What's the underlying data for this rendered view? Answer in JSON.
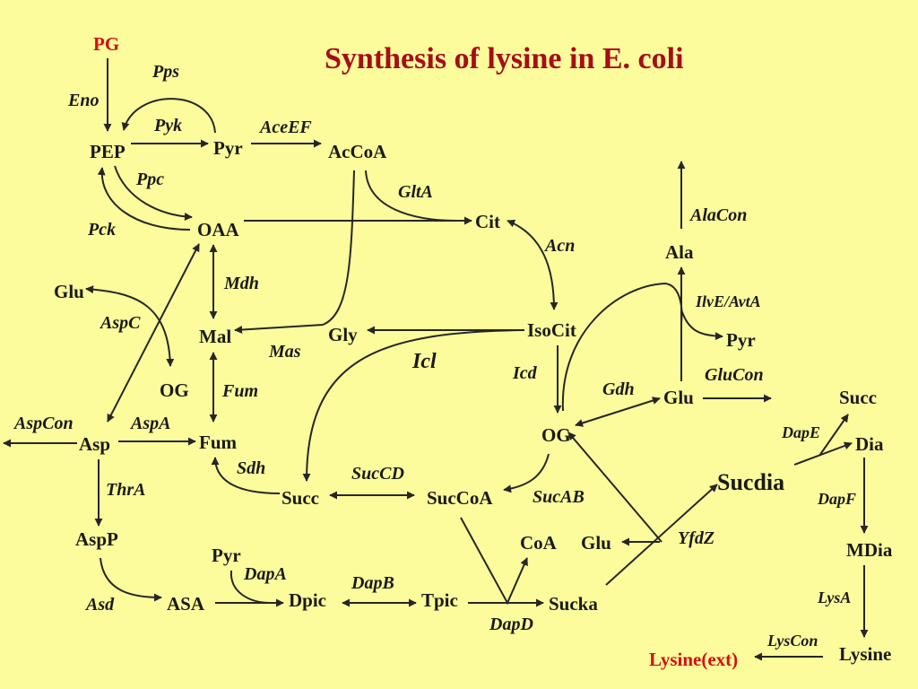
{
  "title": "Synthesis of lysine in E. coli",
  "colors": {
    "background": "#fdfc9c",
    "title": "#a60d1a",
    "highlight": "#d40f12",
    "line": "#262626",
    "text": "#1a1a1a"
  },
  "metabolites": {
    "pg": "PG",
    "pep": "PEP",
    "pyr": "Pyr",
    "accoa": "AcCoA",
    "oaa": "OAA",
    "cit": "Cit",
    "isocit": "IsoCit",
    "glu_left": "Glu",
    "og_left": "OG",
    "mal": "Mal",
    "gly": "Gly",
    "fum": "Fum",
    "asp": "Asp",
    "succ": "Succ",
    "succoa": "SucCoA",
    "og": "OG",
    "glu_mid": "Glu",
    "ala": "Ala",
    "pyr_right": "Pyr",
    "succ_right": "Succ",
    "dia": "Dia",
    "sucdia": "Sucdia",
    "mdia": "MDia",
    "lysine": "Lysine",
    "lysine_ext": "Lysine(ext)",
    "aspp": "AspP",
    "asa": "ASA",
    "pyr_bottom": "Pyr",
    "dpic": "Dpic",
    "tpic": "Tpic",
    "coa": "CoA",
    "glu_bottom": "Glu",
    "sucka": "Sucka"
  },
  "enzymes": {
    "eno": "Eno",
    "pps": "Pps",
    "pyk": "Pyk",
    "ppc": "Ppc",
    "pck": "Pck",
    "aceef": "AceEF",
    "glta": "GltA",
    "acn": "Acn",
    "icd": "Icd",
    "icl": "Icl",
    "mas": "Mas",
    "mdh": "Mdh",
    "fum": "Fum",
    "sdh": "Sdh",
    "aspc": "AspC",
    "aspcon": "AspCon",
    "aspa": "AspA",
    "thra": "ThrA",
    "asd": "Asd",
    "dapa": "DapA",
    "dapb": "DapB",
    "dapd": "DapD",
    "succd": "SucCD",
    "sucab": "SucAB",
    "gdh": "Gdh",
    "glucon": "GluCon",
    "alacon": "AlaCon",
    "ilve": "IlvE/AvtA",
    "dape": "DapE",
    "dapf": "DapF",
    "lysa": "LysA",
    "lyscon": "LysCon",
    "yfdz": "YfdZ"
  }
}
